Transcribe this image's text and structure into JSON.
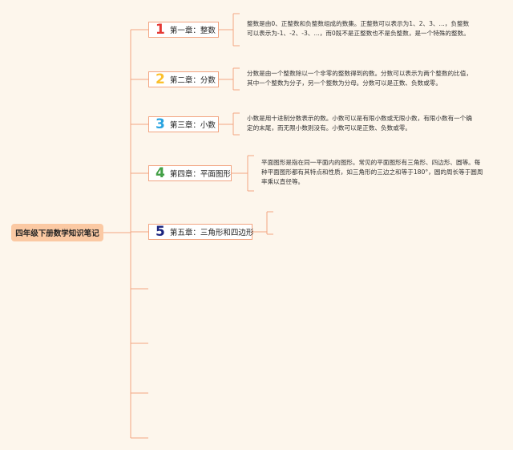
{
  "root": {
    "label": "四年级下册数学知识笔记"
  },
  "chapters": [
    {
      "num": "1",
      "num_color": "#e53935",
      "title": "第一章：整数",
      "desc": "整数是由0、正整数和负整数组成的数集。正整数可以表示为1、2、3、...，负整数可以表示为-1、-2、-3、...，而0既不是正整数也不是负整数，是一个特殊的整数。"
    },
    {
      "num": "2",
      "num_color": "#fbc02d",
      "title": "第二章：分数",
      "desc": "分数是由一个整数除以一个非零的整数得到的数。分数可以表示为两个整数的比值，其中一个整数为分子，另一个整数为分母。分数可以是正数、负数或零。"
    },
    {
      "num": "3",
      "num_color": "#29a3e0",
      "title": "第三章：小数",
      "desc": "小数是用十进制分数表示的数。小数可以是有限小数或无限小数，有限小数有一个确定的末尾，而无限小数则没有。小数可以是正数、负数或零。"
    },
    {
      "num": "4",
      "num_color": "#43a047",
      "title": "第四章：平面图形",
      "desc": "平面图形是指在同一平面内的图形。常见的平面图形有三角形、四边形、圆等。每种平面图形都有其特点和性质，如三角形的三边之和等于180°，圆的周长等于圆周率乘以直径等。"
    },
    {
      "num": "5",
      "num_color": "#1a237e",
      "title": "第五章：三角形和四边形",
      "desc": ""
    }
  ],
  "colors": {
    "line": "#f2a582",
    "root_bg": "#fbc9a3",
    "background": "#fdf6ec"
  }
}
